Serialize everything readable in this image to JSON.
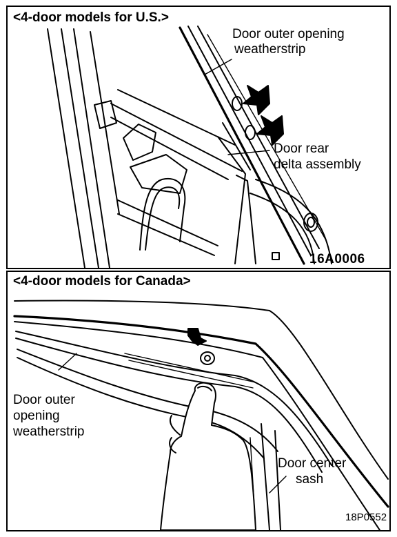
{
  "figure": {
    "top_panel": {
      "title": "<4-door models for U.S.>",
      "callouts": {
        "weatherstrip_line1": "Door outer opening",
        "weatherstrip_line2": "weatherstrip",
        "delta_line1": "Door rear",
        "delta_line2": "delta assembly"
      },
      "figure_code": "16A0006"
    },
    "bottom_panel": {
      "title": "<4-door models for Canada>",
      "callouts": {
        "weatherstrip_line1": "Door outer",
        "weatherstrip_line2": "opening",
        "weatherstrip_line3": "weatherstrip",
        "sash_line1": "Door center",
        "sash_line2": "sash"
      },
      "figure_code": "18P0552"
    }
  }
}
